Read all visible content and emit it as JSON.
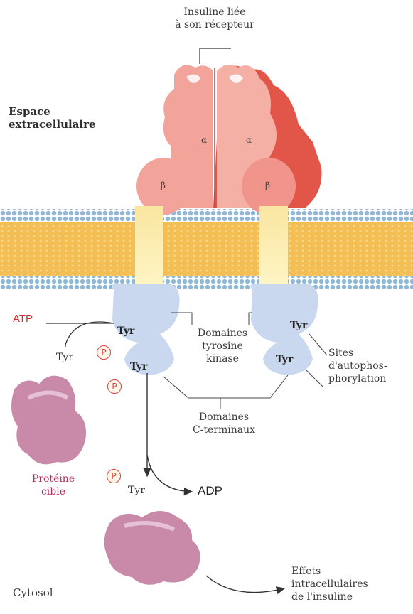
{
  "labels": {
    "insulin_line1": "Insuline liée",
    "insulin_line2": "à son récepteur",
    "extracellular_line1": "Espace",
    "extracellular_line2": "extracellulaire",
    "alpha": "α",
    "beta": "β",
    "atp": "ATP",
    "tyr": "Tyr",
    "phosphate": "P",
    "kinase_line1": "Domaines",
    "kinase_line2": "tyrosine",
    "kinase_line3": "kinase",
    "sites_line1": "Sites",
    "sites_line2": "d'autophos-",
    "sites_line3": "phorylation",
    "cterm_line1": "Domaines",
    "cterm_line2": "C-terminaux",
    "target_line1": "Protéine",
    "target_line2": "cible",
    "adp": "ADP",
    "effects_line1": "Effets",
    "effects_line2": "intracellulaires",
    "effects_line3": "de l'insuline",
    "cytosol": "Cytosol"
  },
  "colors": {
    "alpha_subunit": "#f2a49a",
    "alpha_shadow": "#e2564a",
    "membrane": "#f3bf55",
    "membrane_heads": "#8fb8d8",
    "transmembrane": "#fbeea8",
    "kinase_domain": "#c9d8ee",
    "target_protein": "#c88aa8",
    "phosphate": "#e04040"
  }
}
